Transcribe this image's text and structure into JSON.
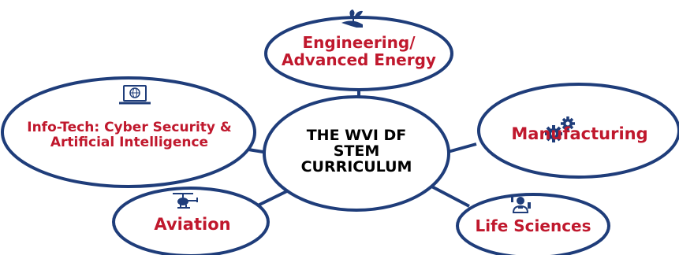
{
  "colors": {
    "stroke": "#1f3d7a",
    "text": "#c0182d",
    "center_text": "#000000",
    "icon": "#1f3d7a"
  },
  "center": {
    "lines": [
      "THE WVI DF",
      "STEM",
      "CURRICULUM"
    ]
  },
  "nodes": {
    "engineering": {
      "lines": [
        "Engineering/",
        "Advanced Energy"
      ],
      "icon": "seedling-hand-icon"
    },
    "infotech": {
      "lines": [
        "Info-Tech: Cyber Security &",
        "Artificial Intelligence"
      ],
      "icon": "laptop-globe-icon"
    },
    "manufacturing": {
      "lines": [
        "Manufacturing"
      ],
      "icon": "gears-icon"
    },
    "aviation": {
      "lines": [
        "Aviation"
      ],
      "icon": "helicopter-icon"
    },
    "life_sciences": {
      "lines": [
        "Life Sciences"
      ],
      "icon": "scientist-icon"
    }
  }
}
